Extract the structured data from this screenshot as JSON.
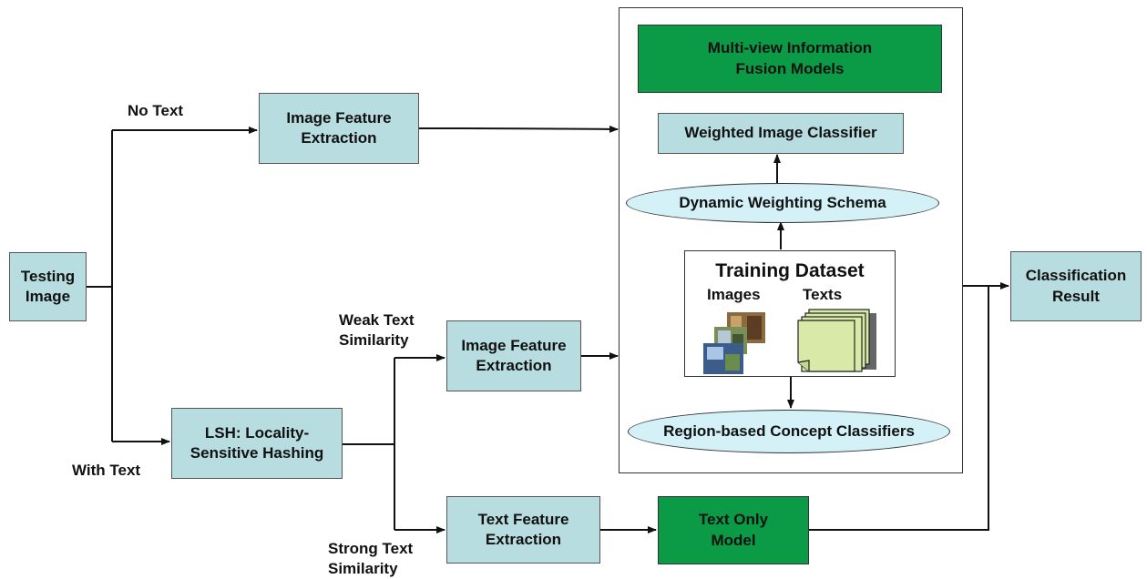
{
  "nodes": {
    "testing_image": "Testing\nImage",
    "image_feature_top": "Image Feature\nExtraction",
    "lsh": "LSH: Locality-\nSensitive Hashing",
    "image_feature_mid": "Image Feature\nExtraction",
    "text_feature": "Text Feature\nExtraction",
    "text_only_model": "Text Only\nModel",
    "classification_result": "Classification\nResult",
    "fusion_models": "Multi-view Information\nFusion Models",
    "weighted_classifier": "Weighted Image Classifier",
    "dynamic_weighting": "Dynamic Weighting Schema",
    "training_dataset": "Training Dataset",
    "images": "Images",
    "texts": "Texts",
    "region_classifiers": "Region-based Concept Classifiers"
  },
  "edge_labels": {
    "no_text": "No Text",
    "with_text": "With Text",
    "weak_similarity": "Weak Text\nSimilarity",
    "strong_similarity": "Strong Text\nSimilarity"
  },
  "colors": {
    "box_fill": "#b8dde0",
    "green_fill": "#0b9a46",
    "oval_fill": "#d3f1f7",
    "note_fill": "#d9eaa8"
  }
}
